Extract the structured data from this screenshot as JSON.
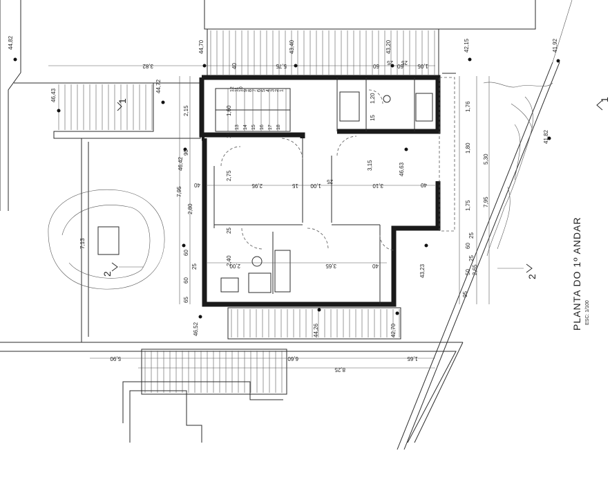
{
  "title": "PLANTA DO 1º ANDAR",
  "scale": "ESC: 1/100",
  "section_markers": {
    "one": "1",
    "two": "2"
  },
  "elevations": [
    "44,82",
    "44,70",
    "43,40",
    "43,20",
    "42,15",
    "41,92",
    "46,43",
    "44,72",
    "46,42",
    "46,63",
    "41,82",
    "43,23",
    "46,52",
    "44,26",
    "42,70"
  ],
  "dimensions": [
    "3,82",
    "5,75",
    "60",
    "25",
    "1,05",
    "60",
    "25",
    "40",
    "2,15",
    "1,60",
    "15",
    "1,20",
    "15",
    "1,76",
    "90",
    "2,75",
    "3,15",
    "1,80",
    "5,30",
    "7,95",
    "2,95",
    "15",
    "1,00",
    "25",
    "3,10",
    "40",
    "40",
    "2,80",
    "1,75",
    "7,95",
    "25",
    "60",
    "2,40",
    "2,00",
    "3,65",
    "40",
    "65",
    "60",
    "25",
    "2,65",
    "95",
    "50",
    "60",
    "5,90",
    "6,60",
    "1,65",
    "8,25",
    "7,13",
    "25",
    "25"
  ],
  "stair_numbers": [
    "12",
    "11",
    "10",
    "9",
    "8",
    "7",
    "6",
    "5",
    "4",
    "3",
    "2",
    "1",
    "13",
    "14",
    "15",
    "16",
    "17",
    "18"
  ]
}
